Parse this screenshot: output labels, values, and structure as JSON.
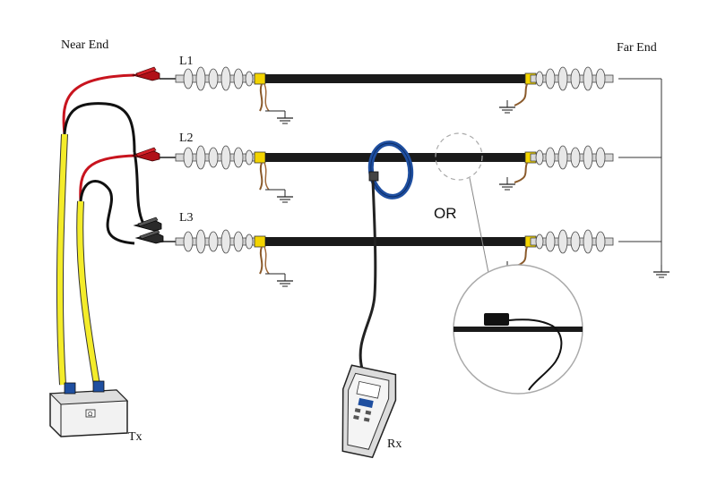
{
  "labels": {
    "near_end": "Near End",
    "far_end": "Far End",
    "l1": "L1",
    "l2": "L2",
    "l3": "L3",
    "or": "OR",
    "tx": "Tx",
    "rx": "Rx"
  },
  "colors": {
    "cable": "#1a1a1a",
    "lead_red": "#c8141e",
    "lead_black": "#111111",
    "lead_yellow": "#f4ec2a",
    "rx_probe": "#1f4fa0",
    "band": "#f3d400",
    "screen_wire": "#8a5a2b",
    "insulator": "#e6e6e6",
    "detail_circle": "#aaaaaa"
  },
  "icons": [
    "ground-symbol",
    "alligator-clip",
    "clamp-probe",
    "handheld-receiver",
    "transmitter-box"
  ]
}
